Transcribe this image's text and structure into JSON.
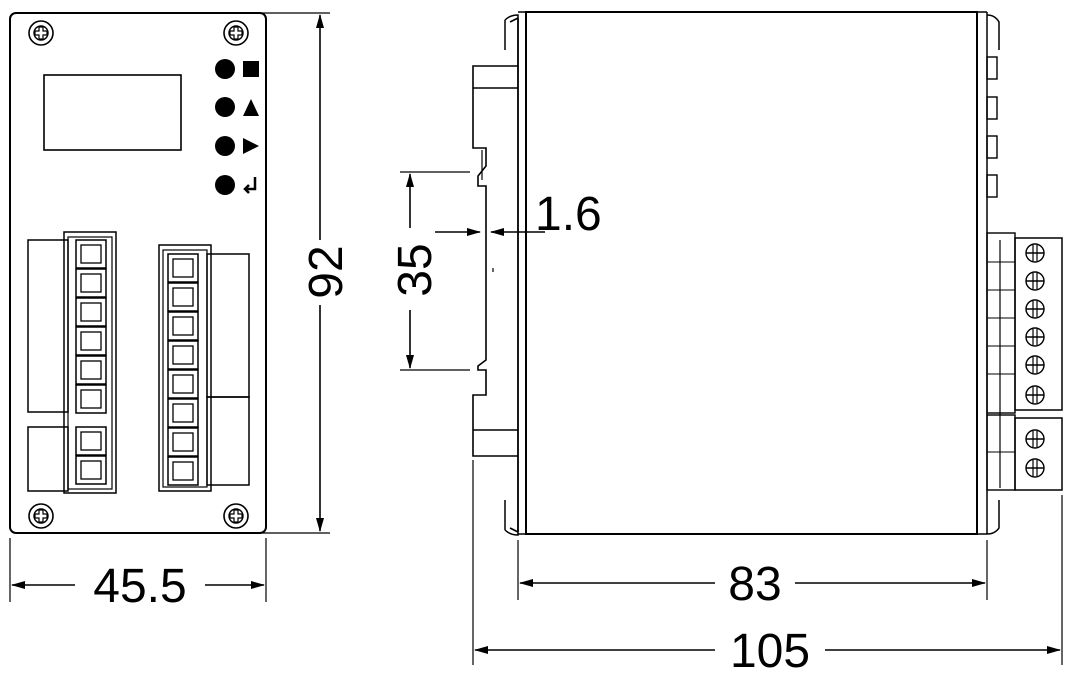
{
  "dimensions": {
    "front_width": "45.5",
    "front_height": "92",
    "rail_height": "35",
    "rail_thickness": "1.6",
    "body_depth": "83",
    "overall_depth": "105"
  },
  "indicators": [
    {
      "led": "led",
      "symbol": "stop-square-icon"
    },
    {
      "led": "led",
      "symbol": "up-triangle-icon"
    },
    {
      "led": "led",
      "symbol": "right-triangle-icon"
    },
    {
      "led": "led",
      "symbol": "enter-arrow-icon"
    }
  ],
  "colors": {
    "line": "#000000",
    "background": "#ffffff"
  }
}
